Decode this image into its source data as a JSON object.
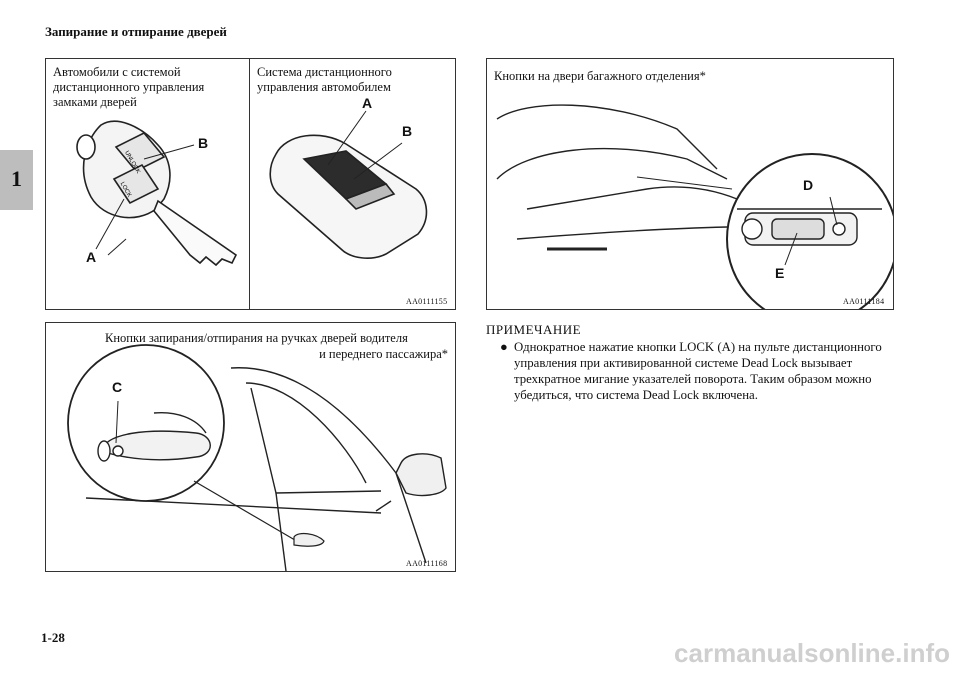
{
  "page": {
    "header": "Запирание и отпирание дверей",
    "chapter_tab": "1",
    "page_number": "1-28",
    "watermark": "carmanualsonline.info"
  },
  "fig_keys": {
    "caption_left": "Автомобили с системой дистанционного управления замками дверей",
    "caption_right": "Система дистанционного управления автомобилем",
    "label_a_left": "A",
    "label_b_left": "B",
    "label_a_right": "A",
    "label_b_right": "B",
    "key_lock_text": "LOCK",
    "key_unlock_text": "UNLOCK",
    "code": "AA0111155"
  },
  "fig_trunk": {
    "caption": "Кнопки на двери багажного отделения*",
    "label_d": "D",
    "label_e": "E",
    "code": "AA0111184"
  },
  "fig_door": {
    "caption_line1": "Кнопки запирания/отпирания на ручках дверей водителя",
    "caption_line2": "и переднего пассажира*",
    "label_c": "C",
    "code": "AA0111168"
  },
  "note": {
    "title": "ПРИМЕЧАНИЕ",
    "bullet": "●",
    "text": "Однократное нажатие кнопки LOCK (A) на пульте дистанционного управления при активированной системе Dead Lock вызывает трехкратное мигание указателей поворота. Таким образом можно убедиться, что система Dead Lock включена."
  }
}
